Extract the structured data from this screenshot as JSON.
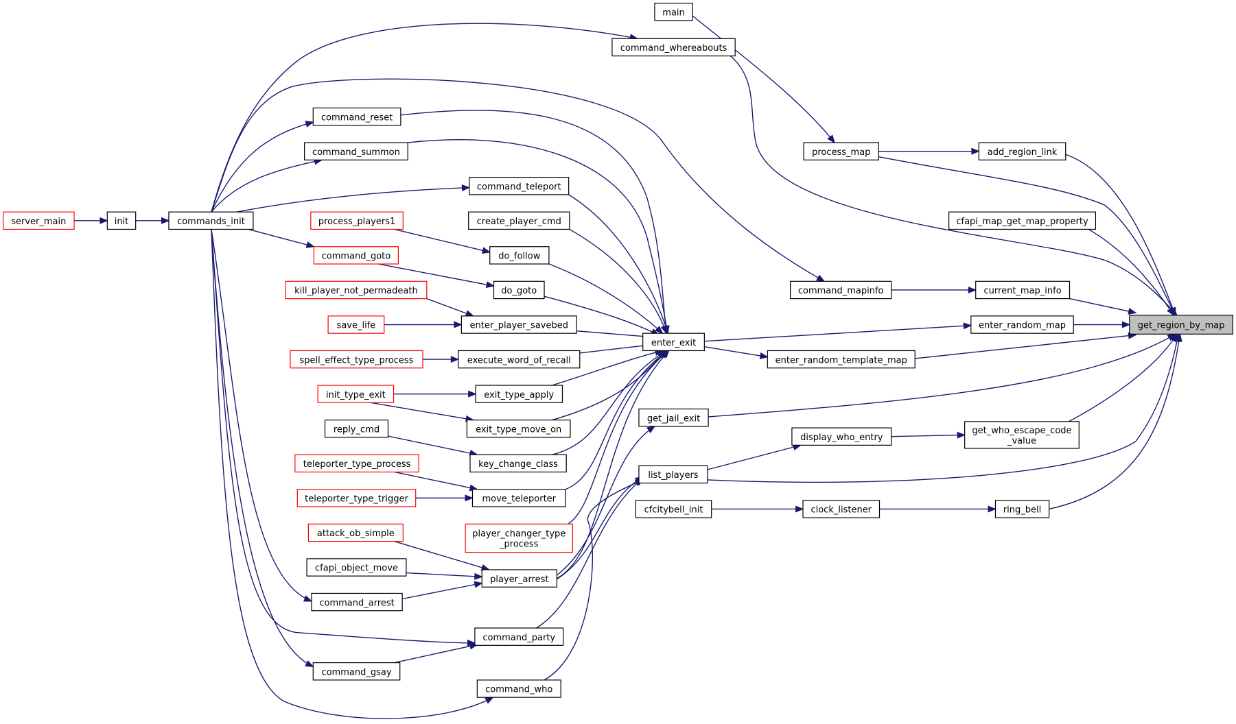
{
  "colors": {
    "edge": "#191970",
    "node_border": "#000000",
    "external_node_border": "#ff0000",
    "focus_fill": "#bfbfbf",
    "node_fill": "#ffffff"
  },
  "nodes": [
    {
      "id": "get_region_by_map",
      "label": [
        "get_region_by_map"
      ],
      "kind": "focus"
    },
    {
      "id": "main",
      "label": [
        "main"
      ],
      "kind": "normal"
    },
    {
      "id": "command_whereabouts",
      "label": [
        "command_whereabouts"
      ],
      "kind": "normal"
    },
    {
      "id": "process_map",
      "label": [
        "process_map"
      ],
      "kind": "normal"
    },
    {
      "id": "add_region_link",
      "label": [
        "add_region_link"
      ],
      "kind": "normal"
    },
    {
      "id": "cfapi_map_get_map_property",
      "label": [
        "cfapi_map_get_map_property"
      ],
      "kind": "normal"
    },
    {
      "id": "command_mapinfo",
      "label": [
        "command_mapinfo"
      ],
      "kind": "normal"
    },
    {
      "id": "current_map_info",
      "label": [
        "current_map_info"
      ],
      "kind": "normal"
    },
    {
      "id": "enter_random_map",
      "label": [
        "enter_random_map"
      ],
      "kind": "normal"
    },
    {
      "id": "enter_exit",
      "label": [
        "enter_exit"
      ],
      "kind": "normal"
    },
    {
      "id": "enter_random_template_map",
      "label": [
        "enter_random_template_map"
      ],
      "kind": "normal"
    },
    {
      "id": "get_jail_exit",
      "label": [
        "get_jail_exit"
      ],
      "kind": "normal"
    },
    {
      "id": "display_who_entry",
      "label": [
        "display_who_entry"
      ],
      "kind": "normal"
    },
    {
      "id": "get_who_escape_code_value",
      "label": [
        "get_who_escape_code",
        "_value"
      ],
      "kind": "normal"
    },
    {
      "id": "list_players",
      "label": [
        "list_players"
      ],
      "kind": "normal"
    },
    {
      "id": "cfcitybell_init",
      "label": [
        "cfcitybell_init"
      ],
      "kind": "normal"
    },
    {
      "id": "clock_listener",
      "label": [
        "clock_listener"
      ],
      "kind": "normal"
    },
    {
      "id": "ring_bell",
      "label": [
        "ring_bell"
      ],
      "kind": "normal"
    },
    {
      "id": "server_main",
      "label": [
        "server_main"
      ],
      "kind": "external"
    },
    {
      "id": "init",
      "label": [
        "init"
      ],
      "kind": "normal"
    },
    {
      "id": "commands_init",
      "label": [
        "commands_init"
      ],
      "kind": "normal"
    },
    {
      "id": "command_reset",
      "label": [
        "command_reset"
      ],
      "kind": "normal"
    },
    {
      "id": "command_summon",
      "label": [
        "command_summon"
      ],
      "kind": "normal"
    },
    {
      "id": "command_teleport",
      "label": [
        "command_teleport"
      ],
      "kind": "normal"
    },
    {
      "id": "create_player_cmd",
      "label": [
        "create_player_cmd"
      ],
      "kind": "normal"
    },
    {
      "id": "process_players1",
      "label": [
        "process_players1"
      ],
      "kind": "external"
    },
    {
      "id": "do_follow",
      "label": [
        "do_follow"
      ],
      "kind": "normal"
    },
    {
      "id": "command_goto",
      "label": [
        "command_goto"
      ],
      "kind": "external"
    },
    {
      "id": "do_goto",
      "label": [
        "do_goto"
      ],
      "kind": "normal"
    },
    {
      "id": "kill_player_not_permadeath",
      "label": [
        "kill_player_not_permadeath"
      ],
      "kind": "external"
    },
    {
      "id": "enter_player_savebed",
      "label": [
        "enter_player_savebed"
      ],
      "kind": "normal"
    },
    {
      "id": "save_life",
      "label": [
        "save_life"
      ],
      "kind": "external"
    },
    {
      "id": "spell_effect_type_process",
      "label": [
        "spell_effect_type_process"
      ],
      "kind": "external"
    },
    {
      "id": "execute_word_of_recall",
      "label": [
        "execute_word_of_recall"
      ],
      "kind": "normal"
    },
    {
      "id": "init_type_exit",
      "label": [
        "init_type_exit"
      ],
      "kind": "external"
    },
    {
      "id": "exit_type_apply",
      "label": [
        "exit_type_apply"
      ],
      "kind": "normal"
    },
    {
      "id": "exit_type_move_on",
      "label": [
        "exit_type_move_on"
      ],
      "kind": "normal"
    },
    {
      "id": "reply_cmd",
      "label": [
        "reply_cmd"
      ],
      "kind": "normal"
    },
    {
      "id": "key_change_class",
      "label": [
        "key_change_class"
      ],
      "kind": "normal"
    },
    {
      "id": "teleporter_type_process",
      "label": [
        "teleporter_type_process"
      ],
      "kind": "external"
    },
    {
      "id": "move_teleporter",
      "label": [
        "move_teleporter"
      ],
      "kind": "normal"
    },
    {
      "id": "teleporter_type_trigger",
      "label": [
        "teleporter_type_trigger"
      ],
      "kind": "external"
    },
    {
      "id": "player_changer_type_process",
      "label": [
        "player_changer_type",
        "_process"
      ],
      "kind": "external"
    },
    {
      "id": "attack_ob_simple",
      "label": [
        "attack_ob_simple"
      ],
      "kind": "external"
    },
    {
      "id": "cfapi_object_move",
      "label": [
        "cfapi_object_move"
      ],
      "kind": "normal"
    },
    {
      "id": "player_arrest",
      "label": [
        "player_arrest"
      ],
      "kind": "normal"
    },
    {
      "id": "command_arrest",
      "label": [
        "command_arrest"
      ],
      "kind": "normal"
    },
    {
      "id": "command_party",
      "label": [
        "command_party"
      ],
      "kind": "normal"
    },
    {
      "id": "command_gsay",
      "label": [
        "command_gsay"
      ],
      "kind": "normal"
    },
    {
      "id": "command_who",
      "label": [
        "command_who"
      ],
      "kind": "normal"
    }
  ]
}
